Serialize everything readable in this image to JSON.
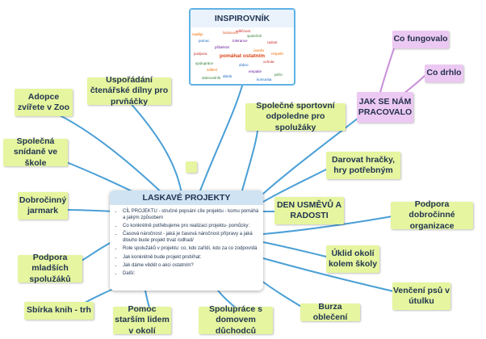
{
  "center": {
    "title": "LASKAVÉ PROJEKTY",
    "items": [
      "CÍL PROJEKTU - stručné popsání cíle projektu - komu pomáhá a jakým způsobem",
      "Co konkrétně potřebujeme pro realizaci projektu- pomůcky:",
      "Časová náročnost - jaká je časová náročnost přípravy a jaká dlouho bude projekt trvat /odhad/",
      "Role spolužáků v projektu: co, kdo zařídí, kdo za co zodpovídá",
      "Jak konkrétně bude projekt probíhat:",
      "Jak dáme vědět o akci ostatním?",
      "Další:"
    ]
  },
  "inspirovnik": {
    "title": "INSPIROVNÍK",
    "center_phrase": "pomáhat ostatním",
    "words": [
      "laskavost",
      "společně",
      "pomoc",
      "radost",
      "přátelství",
      "úsměv",
      "spolupráce",
      "dobro",
      "ochota",
      "sdílení",
      "empatie",
      "péče",
      "dárek",
      "podpora",
      "respekt",
      "tolerance",
      "dobrovolník",
      "komunita",
      "vděčnost",
      "naděje"
    ]
  },
  "nodes": {
    "inspirovnik_label": "INSPIROVNÍK",
    "usporadani": "Uspořádání čtenářské dílny pro prvňáčky",
    "adopce": "Adopce zvířete v Zoo",
    "snidane": "Společná snídaně ve škole",
    "jarmark": "Dobročinný jarmark",
    "podpora_mladsich": "Podpora mladších spolužáků",
    "sbirka": "Sbírka knih - trh",
    "pomoc": "Pomoc starším lidem v okolí",
    "spoluprace": "Spolupráce s domovem důchodců",
    "burza": "Burza oblečení",
    "venceni": "Venčení psů v útulku",
    "uklid": "Úklid okolí kolem školy",
    "dobrocinne": "Podpora dobročinné organizace",
    "den": "DEN USMĚVŮ A RADOSTI",
    "darovat": "Darovat hračky, hry potřebným",
    "sportovni": "Společné sportovní odpoledne pro spolužáky",
    "jak": "JAK SE NÁM PRACOVALO",
    "fungovalo": "Co fungovalo",
    "drhlo": "Co drhlo"
  },
  "colors": {
    "line_blue": "#4a9fd6",
    "line_purple": "#c98fd8",
    "green_node": "#e6f59f",
    "pink_node": "#ecc9f2"
  }
}
